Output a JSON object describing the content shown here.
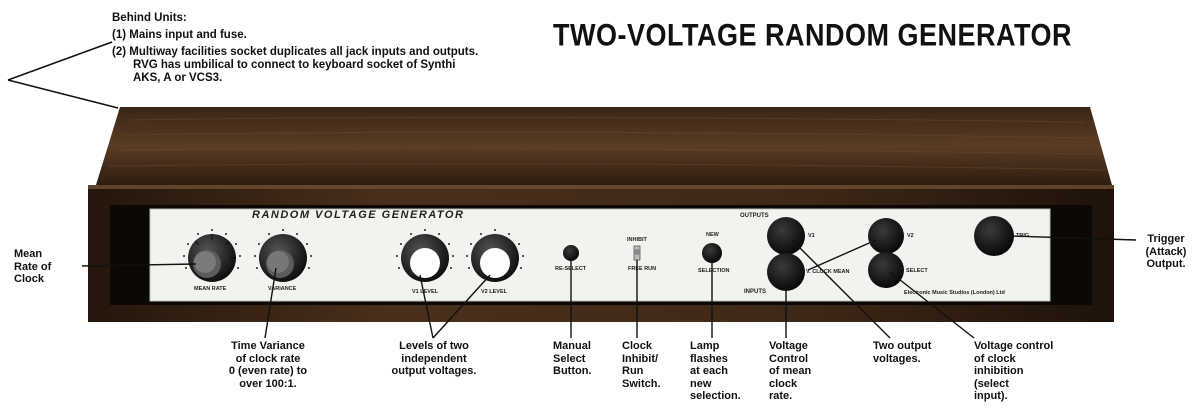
{
  "title": "TWO-VOLTAGE RANDOM GENERATOR",
  "notes": {
    "heading": "Behind Units:",
    "items": [
      "(1) Mains input and fuse.",
      "(2) Multiway facilities socket duplicates all jack inputs and outputs.",
      "RVG has umbilical to connect to keyboard socket of Synthi",
      "AKS, A or VCS3."
    ]
  },
  "callouts": {
    "mean_rate": [
      "Mean",
      "Rate of",
      "Clock"
    ],
    "time_variance": [
      "Time Variance",
      "of clock rate",
      "0 (even rate) to",
      "over 100:1."
    ],
    "levels": [
      "Levels of two",
      "independent",
      "output voltages."
    ],
    "manual_select": [
      "Manual",
      "Select",
      "Button."
    ],
    "clock_inhibit": [
      "Clock",
      "Inhibit/",
      "Run",
      "Switch."
    ],
    "lamp": [
      "Lamp",
      "flashes",
      "at each",
      "new",
      "selection."
    ],
    "voltage_control": [
      "Voltage",
      "Control",
      "of mean",
      "clock",
      "rate."
    ],
    "two_outputs": [
      "Two output",
      "voltages."
    ],
    "voltage_inhibit": [
      "Voltage control",
      "of clock",
      "inhibition",
      "(select",
      "input)."
    ],
    "trigger": [
      "Trigger",
      "(Attack)",
      "Output."
    ]
  },
  "panel": {
    "title": "RANDOM VOLTAGE GENERATOR",
    "mean_rate": "MEAN RATE",
    "variance": "VARIANCE",
    "v1_level": "V1 LEVEL",
    "v2_level": "V2 LEVEL",
    "re_select": "RE-SELECT",
    "inhibit": "INHIBIT",
    "free_run": "FREE RUN",
    "new": "NEW",
    "selection": "SELECTION",
    "outputs": "OUTPUTS",
    "inputs": "INPUTS",
    "v1": "V1",
    "v2": "V2",
    "v_clock_mean": "V. CLOCK MEAN",
    "select": "SELECT",
    "trig": "TRIG",
    "maker": "Electronic Music Studios (London) Ltd"
  },
  "colors": {
    "wood_dark": "#2a1a10",
    "wood_mid": "#5a3a24",
    "panel": "#f2f2ee",
    "ink": "#111111"
  }
}
